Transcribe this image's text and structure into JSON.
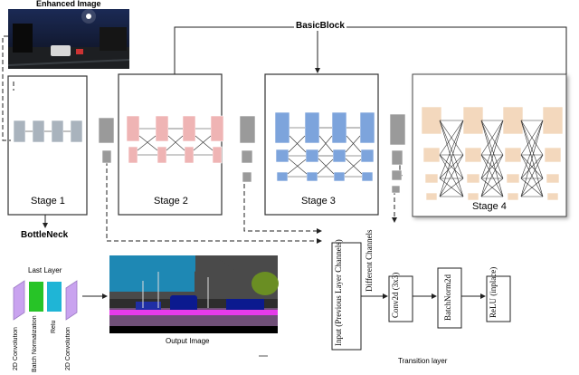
{
  "labels": {
    "enhanced_image": "Enhanced Image",
    "basic_block": "BasicBlock",
    "stage1": "Stage 1",
    "stage2": "Stage 2",
    "stage3": "Stage 3",
    "stage4": "Stage 4",
    "bottleneck": "BottleNeck",
    "last_layer": "Last Layer",
    "output_image": "Output Image",
    "transition_layer": "Transition layer",
    "different_channels": "Different Channels"
  },
  "last_layer_blocks": [
    "2D Convolution",
    "Batch Normalization",
    "Relu",
    "2D Convolution"
  ],
  "transition_blocks": {
    "input": "Input (Previous Layer Channels)",
    "conv": "Conv2d (3x3)",
    "bn": "BatchNorm2d",
    "relu": "ReLU (inplace)"
  },
  "colors": {
    "stage1": "#a9b3bd",
    "stage2": "#efb4b4",
    "stage3": "#7da4dc",
    "stage4": "#f3d8bd",
    "transition": "#9a9a9a",
    "conv_purple": "#c9a3ef",
    "bn_green": "#27c427",
    "relu_cyan": "#1fb5d6"
  }
}
